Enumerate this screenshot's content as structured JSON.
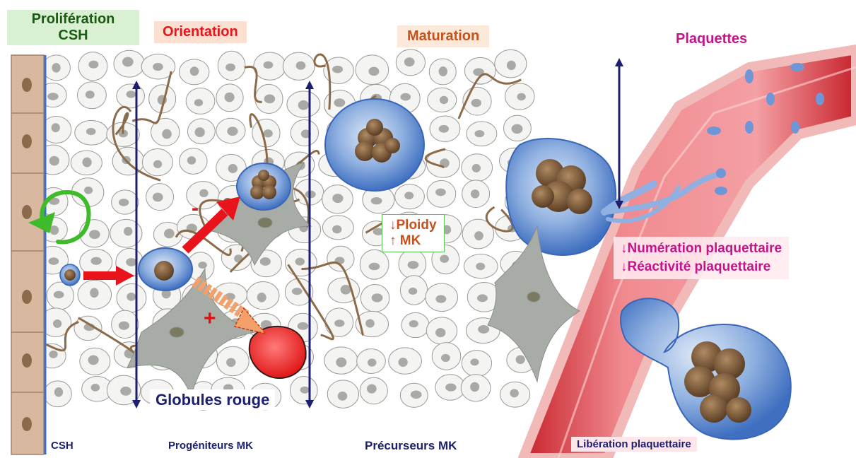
{
  "labels": {
    "proliferation_line1": "Prolifération",
    "proliferation_line2": "CSH",
    "orientation": "Orientation",
    "maturation": "Maturation",
    "plaquettes": "Plaquettes",
    "ploidy": "↓Ploidy",
    "mk": "↑ MK",
    "numeration": "↓Numération plaquettaire",
    "reactivite": "↓Réactivité plaquettaire",
    "globules_rouge": "Globules rouge",
    "minus": "-",
    "plus": "+"
  },
  "bottom_labels": {
    "csh": "CSH",
    "progeniteurs": "Progéniteurs MK",
    "precurseurs": "Précurseurs MK",
    "liberation": "Libération plaquettaire"
  },
  "colors": {
    "navy": "#1b1f6e",
    "red_arrow": "#e8131b",
    "magenta": "#c4138b",
    "orientation_text": "#e8131b",
    "maturation_text": "#c8501a",
    "green_text": "#1a5a12",
    "vessel": "#e0525a",
    "cell_blue": "#4a78c8",
    "nucleus": "#7a5a3a",
    "fiber": "#8b6b4a"
  },
  "icons": {
    "self_renewal": "circular-arrow-icon"
  }
}
